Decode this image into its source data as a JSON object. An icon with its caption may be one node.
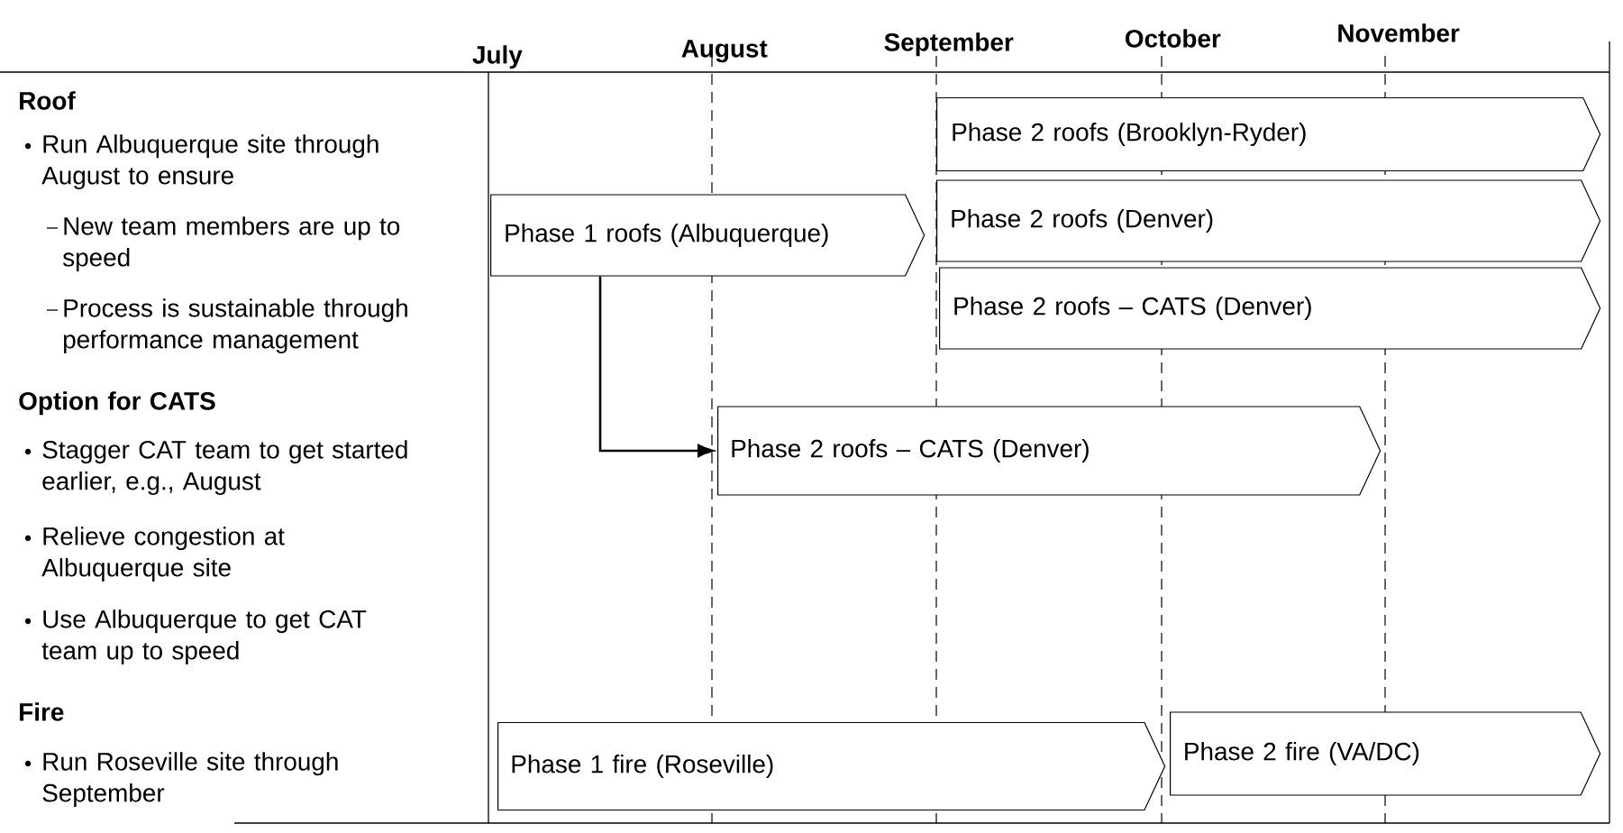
{
  "diagram": {
    "nodes": [
      {
        "text": [
          "Phase 2 roofs (Brooklyn-Ryder)"
        ]
      },
      {
        "text": [
          "Phase 1 roofs (Albuquerque)"
        ]
      },
      {
        "text": [
          "Phase 2 roofs (Denver)"
        ]
      },
      {
        "text": [
          "Phase 2 roofs – CATS (Denver)"
        ]
      },
      {
        "text": [
          "Phase 2 roofs – CATS (Denver)"
        ]
      },
      {
        "text": [
          "Phase 1 fire (Roseville)"
        ]
      },
      {
        "text": [
          "Phase 2 fire (VA/DC)"
        ]
      }
    ],
    "edges": [
      {
        "from": 1,
        "to": 4,
        "arrow": "to"
      }
    ],
    "labels": [
      "July",
      "August",
      "September",
      "October",
      "November",
      "Roof",
      "Run Albuquerque site through August to ensure",
      "New team members are up to speed",
      "Process is sustainable through performance management",
      "Option for CATS",
      "Stagger CAT team to get started earlier, e.g., August",
      "Relieve congestion at Albuquerque site",
      "Use Albuquerque to get CAT team up to speed",
      "Fire",
      "Run Roseville site through September"
    ]
  }
}
